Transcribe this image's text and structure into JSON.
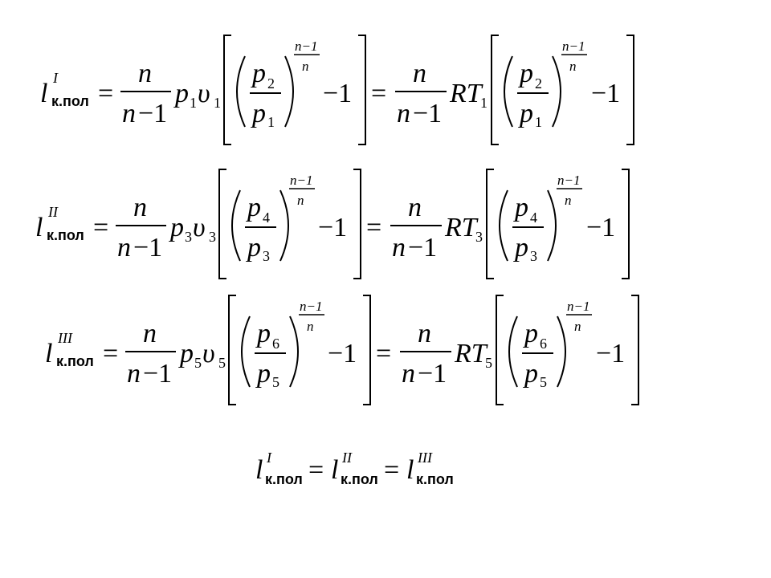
{
  "equations": [
    {
      "sup": "I",
      "sub": "к.пол",
      "equals": "=",
      "num": "n",
      "den": "n",
      "den_minus": "−1",
      "p_lead": "p",
      "p_lead_idx": "1",
      "nu": "υ",
      "nu_idx": "1",
      "frac_top": "p",
      "frac_top_idx": "2",
      "frac_bot": "p",
      "frac_bot_idx": "1",
      "exp_num": "n−1",
      "exp_den": "n",
      "minus_one": "−1",
      "equals2": "=",
      "num2": "n",
      "den2": "n",
      "den2_minus": "−1",
      "RT": "RT",
      "T_idx": "1",
      "frac2_top": "p",
      "frac2_top_idx": "2",
      "frac2_bot": "p",
      "frac2_bot_idx": "1",
      "exp2_num": "n−1",
      "exp2_den": "n",
      "minus_one2": "−1"
    },
    {
      "sup": "II",
      "sub": "к.пол",
      "equals": "=",
      "num": "n",
      "den": "n",
      "den_minus": "−1",
      "p_lead": "p",
      "p_lead_idx": "3",
      "nu": "υ",
      "nu_idx": "3",
      "frac_top": "p",
      "frac_top_idx": "4",
      "frac_bot": "p",
      "frac_bot_idx": "3",
      "exp_num": "n−1",
      "exp_den": "n",
      "minus_one": "−1",
      "equals2": "=",
      "num2": "n",
      "den2": "n",
      "den2_minus": "−1",
      "RT": "RT",
      "T_idx": "3",
      "frac2_top": "p",
      "frac2_top_idx": "4",
      "frac2_bot": "p",
      "frac2_bot_idx": "3",
      "exp2_num": "n−1",
      "exp2_den": "n",
      "minus_one2": "−1"
    },
    {
      "sup": "III",
      "sub": "к.пол",
      "equals": "=",
      "num": "n",
      "den": "n",
      "den_minus": "−1",
      "p_lead": "p",
      "p_lead_idx": "5",
      "nu": "υ",
      "nu_idx": "5",
      "frac_top": "p",
      "frac_top_idx": "6",
      "frac_bot": "p",
      "frac_bot_idx": "5",
      "exp_num": "n−1",
      "exp_den": "n",
      "minus_one": "−1",
      "equals2": "=",
      "num2": "n",
      "den2": "n",
      "den2_minus": "−1",
      "RT": "RT",
      "T_idx": "5",
      "frac2_top": "p",
      "frac2_top_idx": "6",
      "frac2_bot": "p",
      "frac2_bot_idx": "5",
      "exp2_num": "n−1",
      "exp2_den": "n",
      "minus_one2": "−1"
    }
  ],
  "summary": {
    "l": "l",
    "sub": "к.пол",
    "sup1": "I",
    "sup2": "II",
    "sup3": "III",
    "eq": "="
  }
}
